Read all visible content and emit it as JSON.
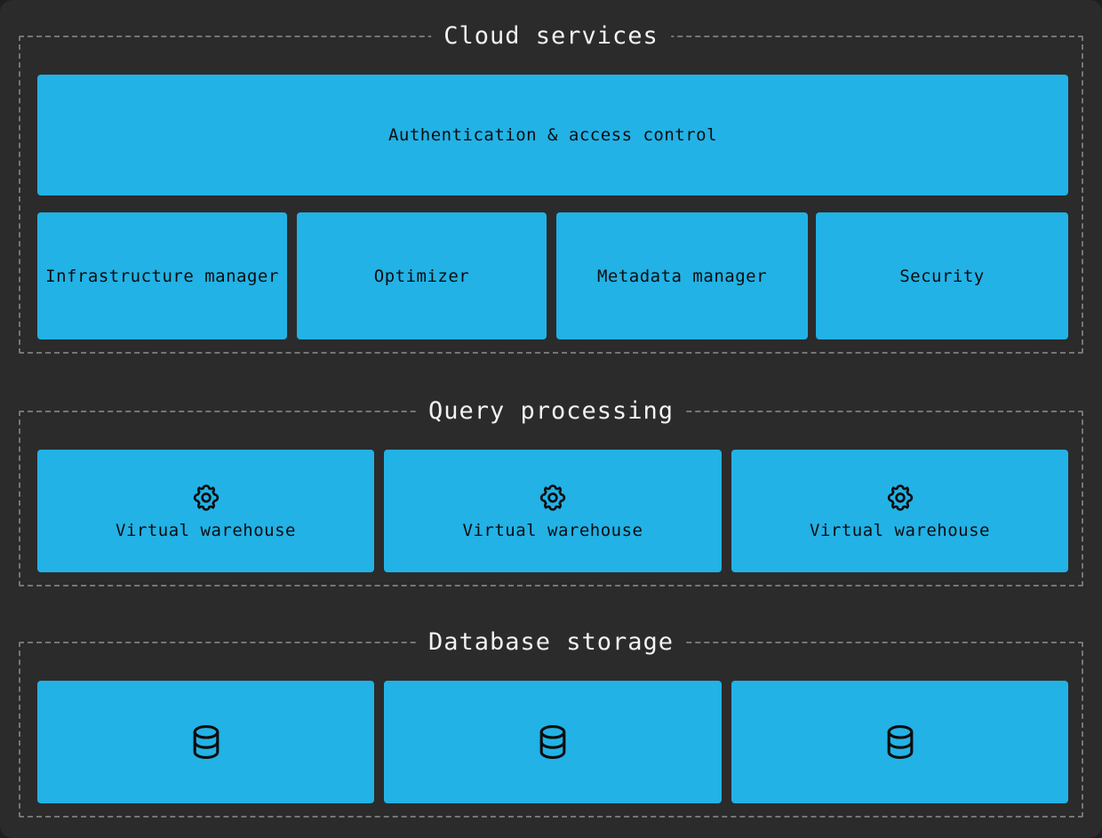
{
  "theme": {
    "page_background": "#1f1f1f",
    "panel_background": "#2b2b2b",
    "node_fill": "#22b2e6",
    "node_text": "#0d0d0d",
    "section_border": "#767676",
    "section_title_text": "#f2f2f2"
  },
  "sections": [
    {
      "id": "cloud-services",
      "title": "Cloud services",
      "nodes": [
        {
          "id": "auth",
          "label": "Authentication & access control",
          "icon": null
        },
        {
          "id": "infrastructure-manager",
          "label": "Infrastructure manager",
          "icon": null
        },
        {
          "id": "optimizer",
          "label": "Optimizer",
          "icon": null
        },
        {
          "id": "metadata-manager",
          "label": "Metadata manager",
          "icon": null
        },
        {
          "id": "security",
          "label": "Security",
          "icon": null
        }
      ]
    },
    {
      "id": "query-processing",
      "title": "Query processing",
      "nodes": [
        {
          "id": "virtual-warehouse-1",
          "label": "Virtual warehouse",
          "icon": "gear-icon"
        },
        {
          "id": "virtual-warehouse-2",
          "label": "Virtual warehouse",
          "icon": "gear-icon"
        },
        {
          "id": "virtual-warehouse-3",
          "label": "Virtual warehouse",
          "icon": "gear-icon"
        }
      ]
    },
    {
      "id": "database-storage",
      "title": "Database storage",
      "nodes": [
        {
          "id": "database-1",
          "label": "",
          "icon": "database-icon"
        },
        {
          "id": "database-2",
          "label": "",
          "icon": "database-icon"
        },
        {
          "id": "database-3",
          "label": "",
          "icon": "database-icon"
        }
      ]
    }
  ]
}
